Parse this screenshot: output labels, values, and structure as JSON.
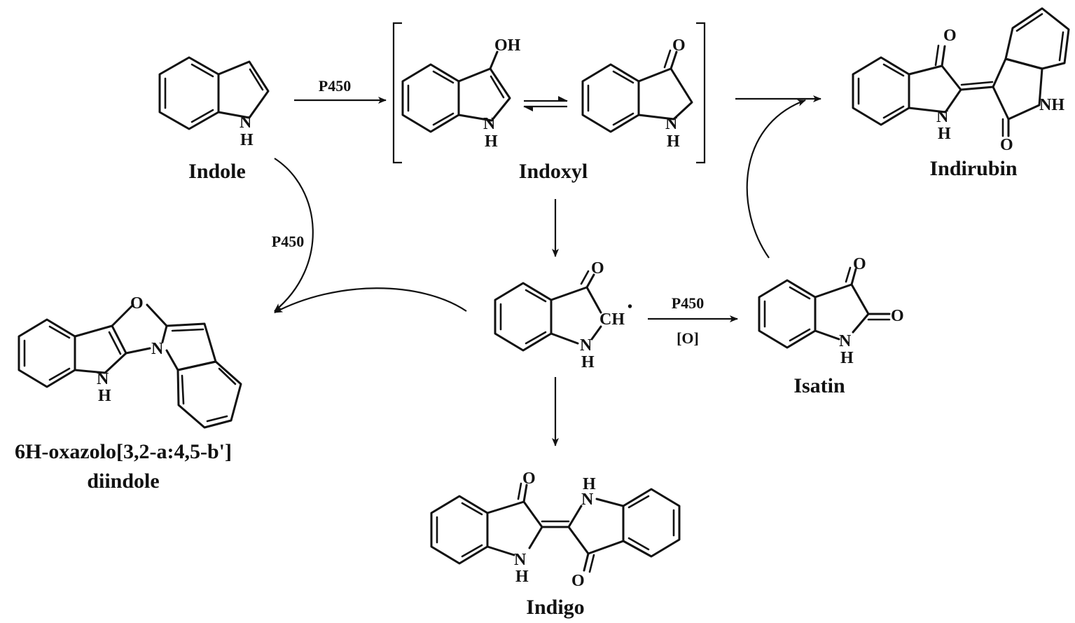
{
  "compounds": {
    "indole": {
      "name": "Indole"
    },
    "indoxyl": {
      "name": "Indoxyl"
    },
    "indirubin": {
      "name": "Indirubin"
    },
    "isatin": {
      "name": "Isatin"
    },
    "indigo": {
      "name": "Indigo"
    },
    "oxazolo": {
      "name_line1": "6H-oxazolo[3,2-a:4,5-b']",
      "name_line2": "diindole"
    }
  },
  "conditions": {
    "indole_to_indoxyl": "P450",
    "indole_to_oxazolo": "P450",
    "radical_to_isatin_top": "P450",
    "radical_to_isatin_bottom": "[O]"
  },
  "atoms": {
    "nh": "N",
    "h": "H",
    "oh": "OH",
    "o": "O",
    "n": "N",
    "ch": "CH",
    "radical_dot": "•",
    "nh_right": "NH"
  }
}
